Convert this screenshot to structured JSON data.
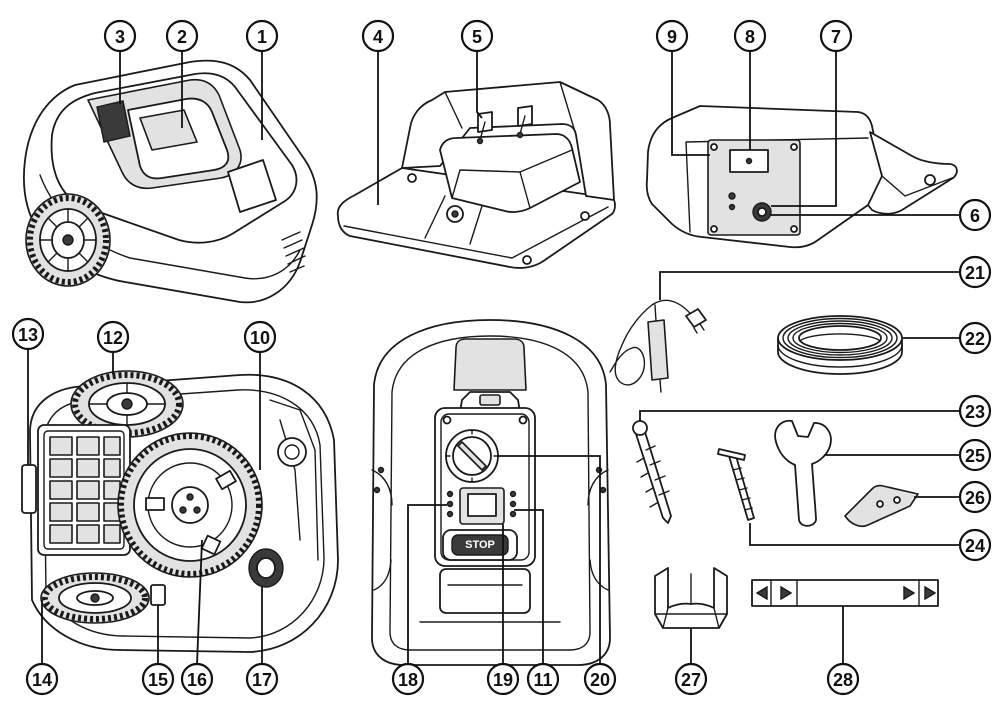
{
  "callouts": [
    "1",
    "2",
    "3",
    "4",
    "5",
    "6",
    "7",
    "8",
    "9",
    "10",
    "11",
    "12",
    "13",
    "14",
    "15",
    "16",
    "17",
    "18",
    "19",
    "20",
    "21",
    "22",
    "23",
    "24",
    "25",
    "26",
    "27",
    "28"
  ],
  "stop_label": "STOP"
}
